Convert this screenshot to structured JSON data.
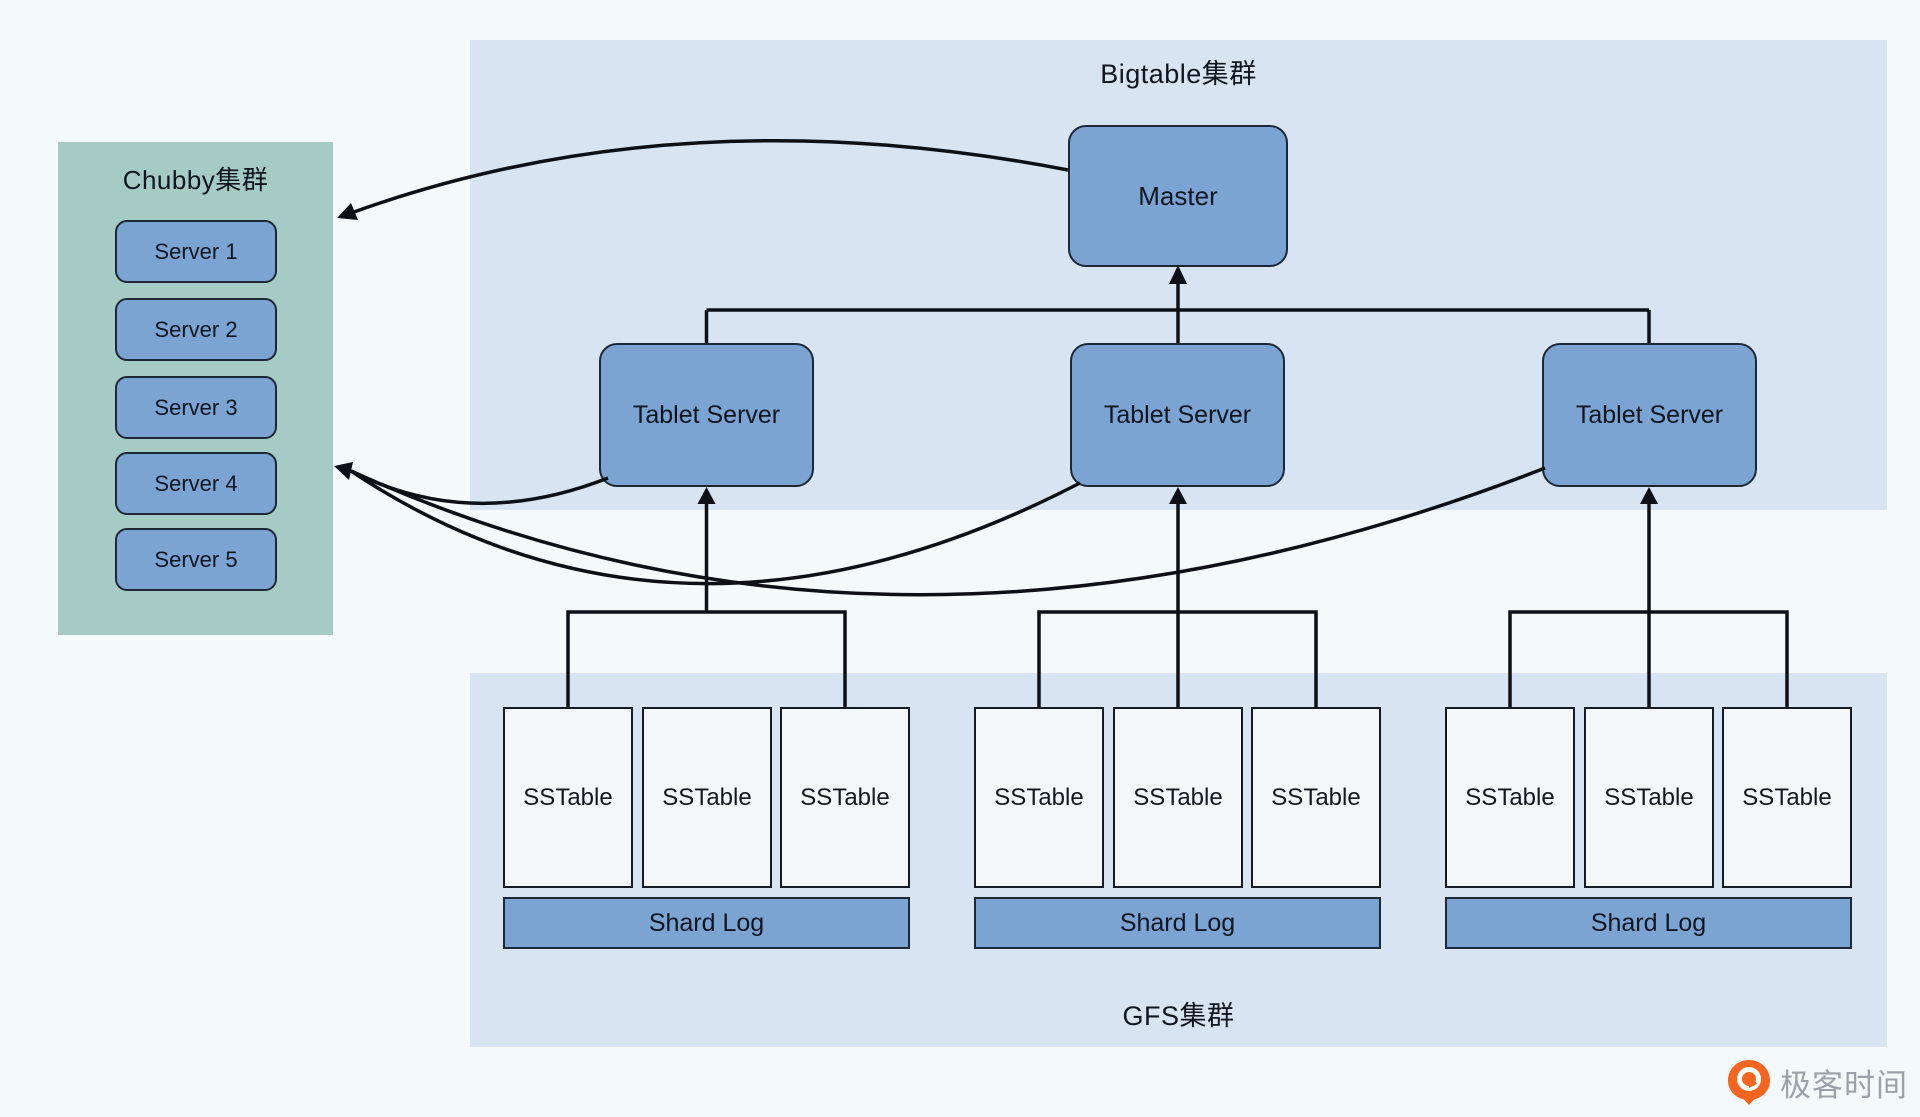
{
  "bigtable": {
    "title": "Bigtable集群",
    "master_label": "Master",
    "tablet_servers": [
      "Tablet Server",
      "Tablet Server",
      "Tablet Server"
    ]
  },
  "chubby": {
    "title": "Chubby集群",
    "servers": [
      "Server 1",
      "Server 2",
      "Server 3",
      "Server 4",
      "Server 5"
    ]
  },
  "gfs": {
    "title": "GFS集群",
    "groups": [
      {
        "sstables": [
          "SSTable",
          "SSTable",
          "SSTable"
        ],
        "shard_log": "Shard Log"
      },
      {
        "sstables": [
          "SSTable",
          "SSTable",
          "SSTable"
        ],
        "shard_log": "Shard Log"
      },
      {
        "sstables": [
          "SSTable",
          "SSTable",
          "SSTable"
        ],
        "shard_log": "Shard Log"
      }
    ]
  },
  "branding": {
    "logo_text": "极客时间"
  },
  "colors": {
    "page-bg": "#f4f9fb",
    "panel-blue": "#d8e4f1",
    "chubby-teal": "#a6cbc5",
    "box-blue": "#7ba4d2",
    "sstable-bg": "#f4f7f9",
    "line": "#0d1117",
    "logo-orange": "#f4651f",
    "logo-gray": "#9aa1a9"
  }
}
